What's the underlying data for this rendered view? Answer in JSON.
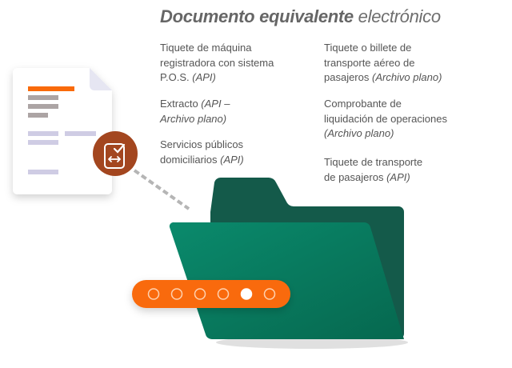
{
  "title": {
    "bold": "Documento equivalente",
    "light": "electrónico"
  },
  "left_items": [
    {
      "lines": [
        {
          "text": "Tiquete de máquina",
          "em": ""
        },
        {
          "text": "registradora con sistema",
          "em": ""
        },
        {
          "text": "P.O.S. ",
          "em": "(API)"
        }
      ]
    },
    {
      "lines": [
        {
          "text": "Extracto ",
          "em": "(API –"
        },
        {
          "text": "",
          "em": "Archivo plano)"
        }
      ]
    },
    {
      "lines": [
        {
          "text": "Servicios públicos",
          "em": ""
        },
        {
          "text": "domiciliarios ",
          "em": "(API)"
        }
      ]
    }
  ],
  "right_items": [
    {
      "lines": [
        {
          "text": "Tiquete o billete de",
          "em": ""
        },
        {
          "text": "transporte aéreo de",
          "em": ""
        },
        {
          "text": "pasajeros ",
          "em": "(Archivo plano)"
        }
      ]
    },
    {
      "lines": [
        {
          "text": "Comprobante de",
          "em": ""
        },
        {
          "text": "liquidación de operaciones",
          "em": ""
        },
        {
          "text": "",
          "em": "(Archivo plano)"
        }
      ]
    },
    {
      "lines": [
        {
          "text": "Tiquete de transporte",
          "em": ""
        },
        {
          "text": "de pasajeros ",
          "em": "(API)"
        }
      ]
    }
  ],
  "pagination": {
    "total": 6,
    "active": 5
  },
  "colors": {
    "orange": "#f96a0a",
    "badge": "#a3461f",
    "folder_back": "#145a4a",
    "folder_front": "#0a8a6c"
  },
  "icons": {
    "badge": "document-check-exchange-icon"
  }
}
